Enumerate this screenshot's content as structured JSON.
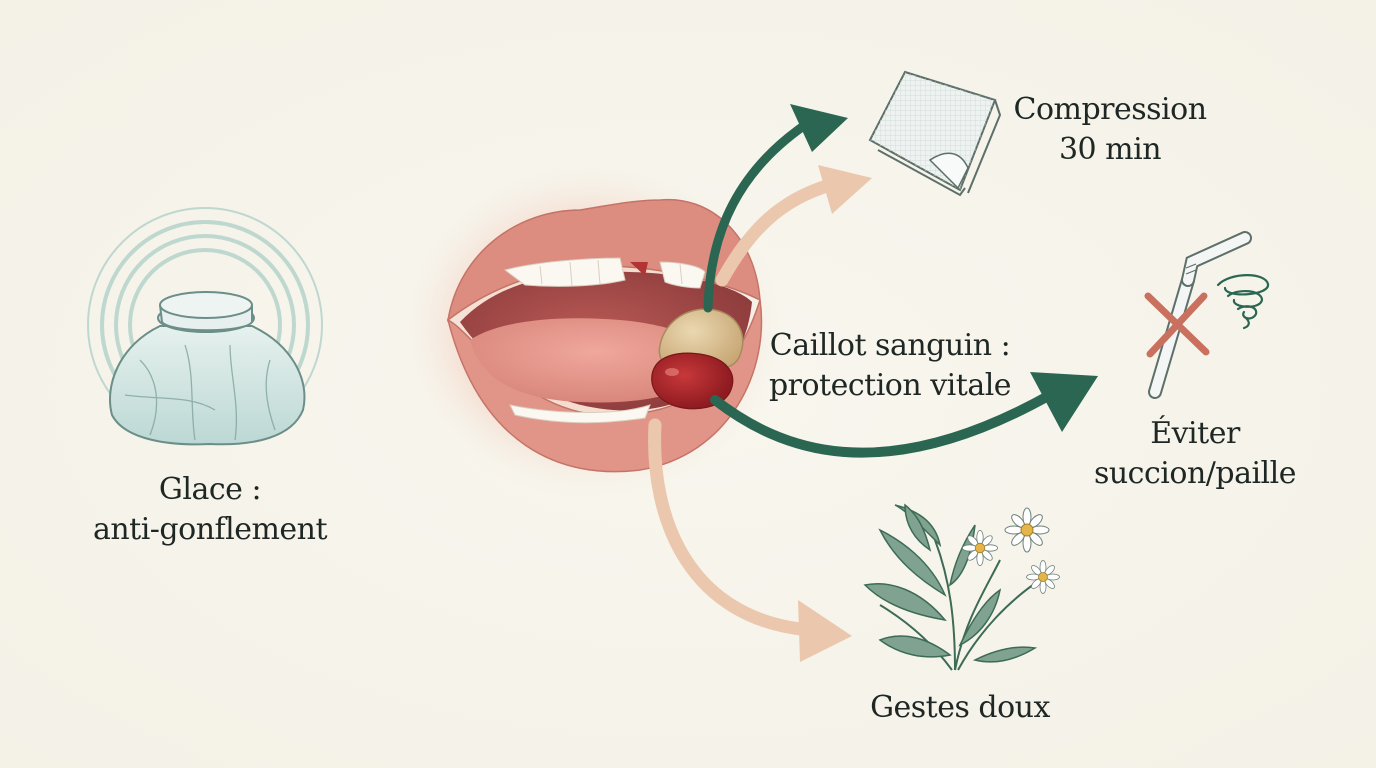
{
  "labels": {
    "ice": {
      "line1": "Glace :",
      "line2": "anti-gonflement"
    },
    "compression": {
      "line1": "Compression",
      "line2": "30 min"
    },
    "clot": {
      "line1": "Caillot sanguin :",
      "line2": "protection vitale"
    },
    "avoid": {
      "line1": "Éviter",
      "line2": "succion/paille"
    },
    "gentle": {
      "line1": "Gestes doux"
    }
  },
  "colors": {
    "background": "#f6f3ea",
    "arrow_dark_green": "#2a6652",
    "arrow_peach": "#ebc8ad",
    "lips": "#d98a7e",
    "clot": "#a8242a",
    "ice_rings": "#7fb8b0",
    "forbidden_cross": "#c9705f"
  },
  "icons": [
    "ice-bag-icon",
    "gauze-pad-icon",
    "straw-icon",
    "forbidden-cross-icon",
    "suction-swirl-icon",
    "herbs-chamomile-icon",
    "open-mouth-illustration",
    "blood-clot-icon"
  ]
}
